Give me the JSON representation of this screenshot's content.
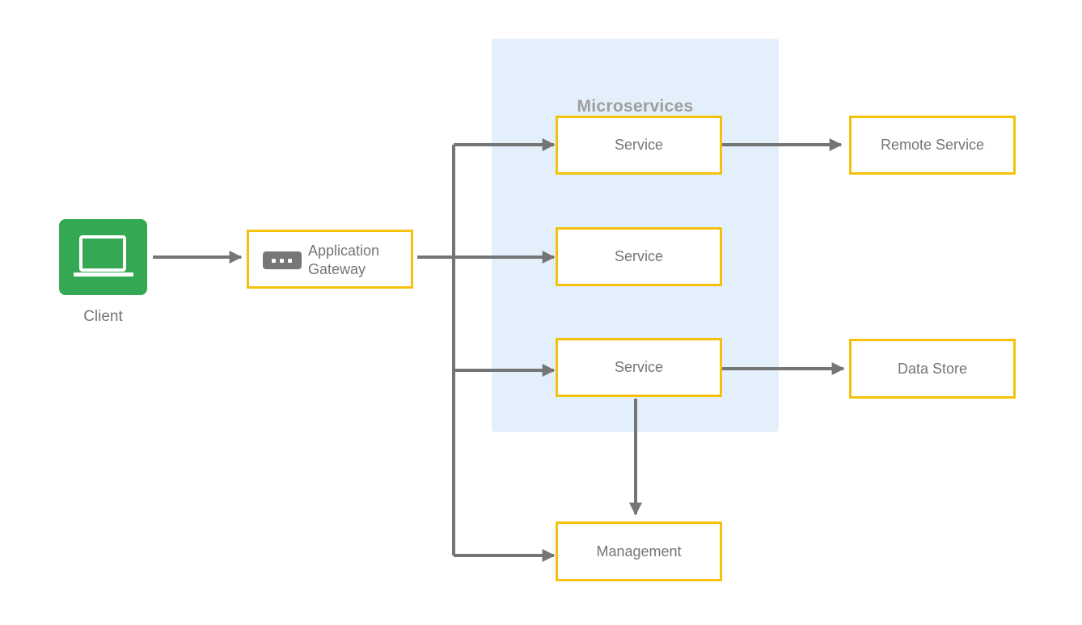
{
  "group": {
    "title": "Microservices",
    "color": "#e3effb"
  },
  "client": {
    "label": "Client",
    "icon": "laptop-icon",
    "color": "#34a853"
  },
  "gateway": {
    "line1": "Application",
    "line2": "Gateway",
    "icon": "gateway-icon"
  },
  "services": [
    {
      "label": "Service"
    },
    {
      "label": "Service"
    },
    {
      "label": "Service"
    }
  ],
  "management": {
    "label": "Management"
  },
  "remote_service": {
    "label": "Remote Service"
  },
  "data_store": {
    "label": "Data Store"
  },
  "colors": {
    "node_border": "#f4c20d",
    "arrow": "#757575",
    "text": "#757575"
  }
}
